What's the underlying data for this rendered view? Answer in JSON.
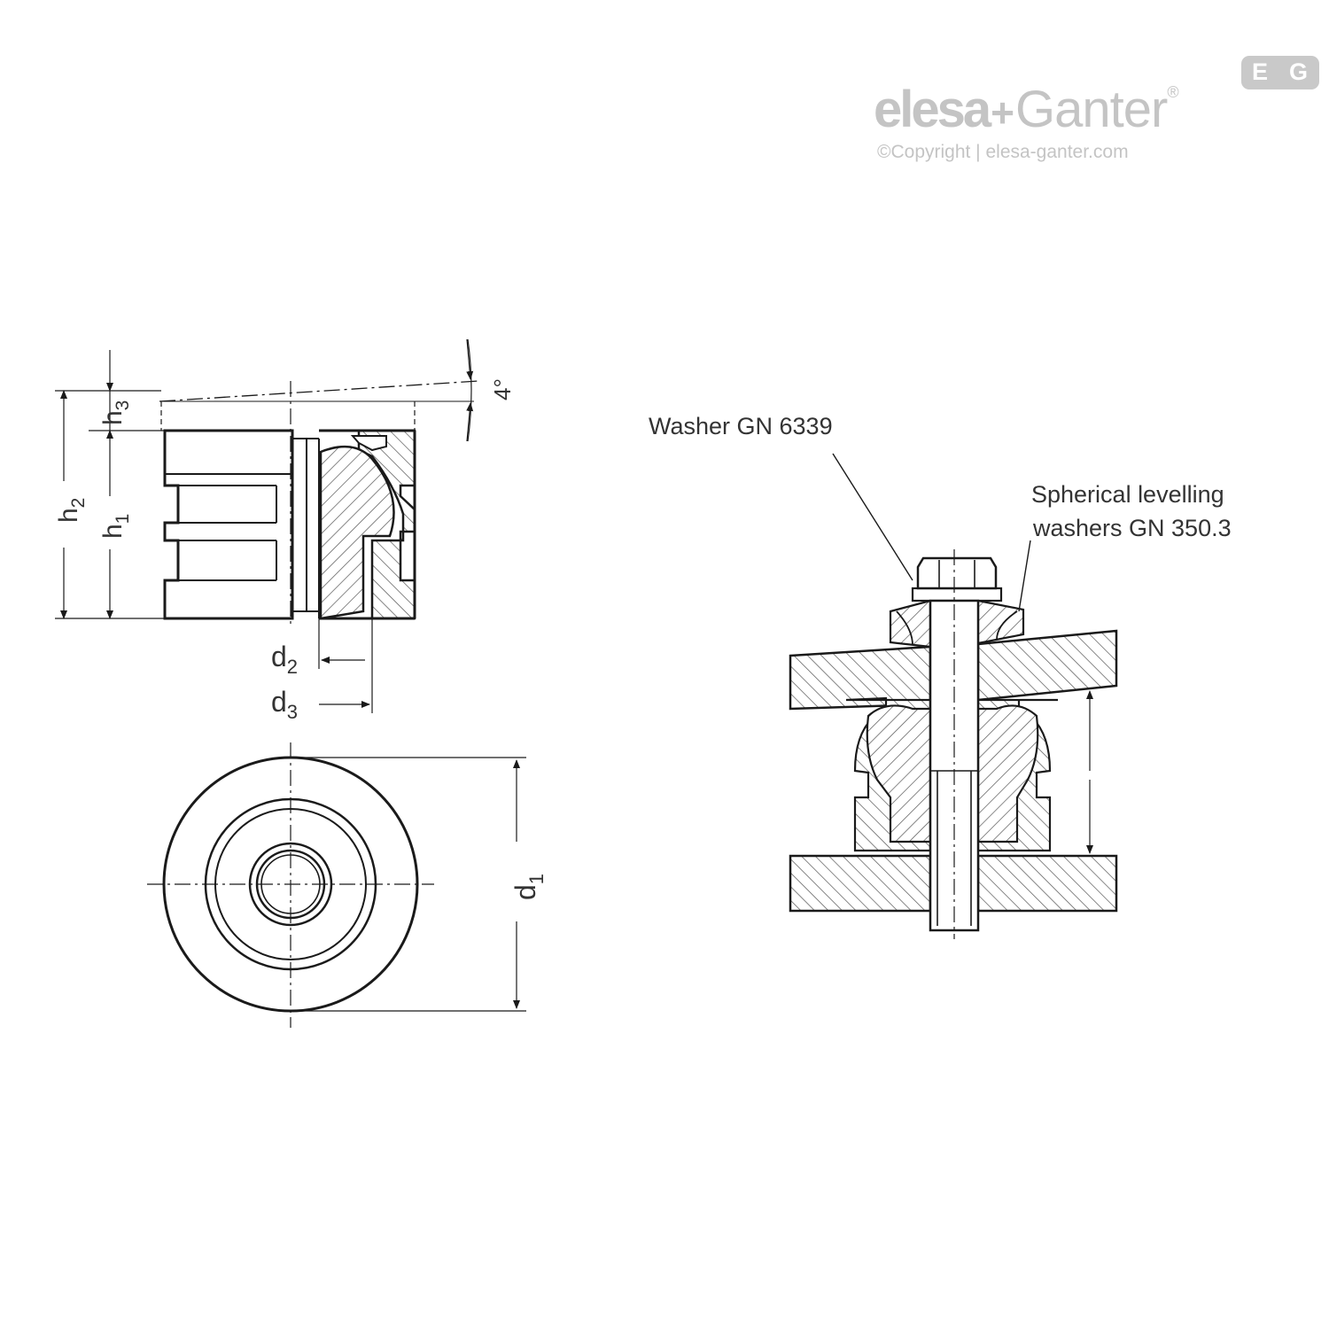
{
  "logo": {
    "badge_left": "E",
    "badge_right": "G",
    "brand_part1": "elesa",
    "brand_plus": "+",
    "brand_part2": "Ganter",
    "brand_mark": "®",
    "copyright": "©Copyright | elesa-ganter.com"
  },
  "side_view": {
    "dim_h1": "h",
    "dim_h1_sub": "1",
    "dim_h2": "h",
    "dim_h2_sub": "2",
    "dim_h3": "h",
    "dim_h3_sub": "3",
    "dim_d2": "d",
    "dim_d2_sub": "2",
    "dim_d3": "d",
    "dim_d3_sub": "3",
    "angle": "4°"
  },
  "top_view": {
    "dim_d1": "d",
    "dim_d1_sub": "1"
  },
  "assembly": {
    "callout_washer": "Washer GN 6339",
    "callout_spherical_line1": "Spherical levelling",
    "callout_spherical_line2": "washers GN 350.3"
  },
  "colors": {
    "line": "#1a1a1a",
    "hatch": "#555555",
    "logo_gray": "#c4c4c4"
  }
}
